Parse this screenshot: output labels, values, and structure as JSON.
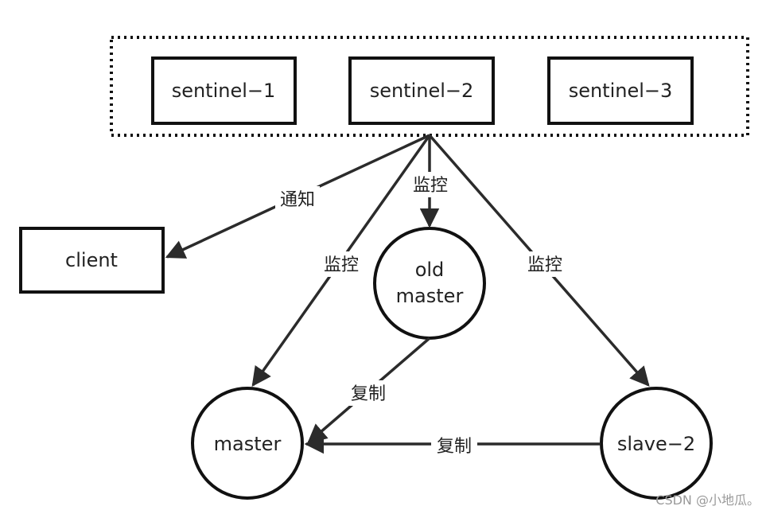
{
  "nodes": {
    "sentinel_1": "sentinel−1",
    "sentinel_2": "sentinel−2",
    "sentinel_3": "sentinel−3",
    "client": "client",
    "old_master_line1": "old",
    "old_master_line2": "master",
    "master": "master",
    "slave_2": "slave−2"
  },
  "edges": {
    "notify": "通知",
    "monitor_master": "监控",
    "monitor_old_master": "监控",
    "monitor_slave": "监控",
    "replicate_old_master": "复制",
    "replicate_slave": "复制"
  },
  "colors": {
    "stroke": "#222222",
    "background": "#ffffff"
  },
  "watermark": "CSDN @小地瓜。"
}
